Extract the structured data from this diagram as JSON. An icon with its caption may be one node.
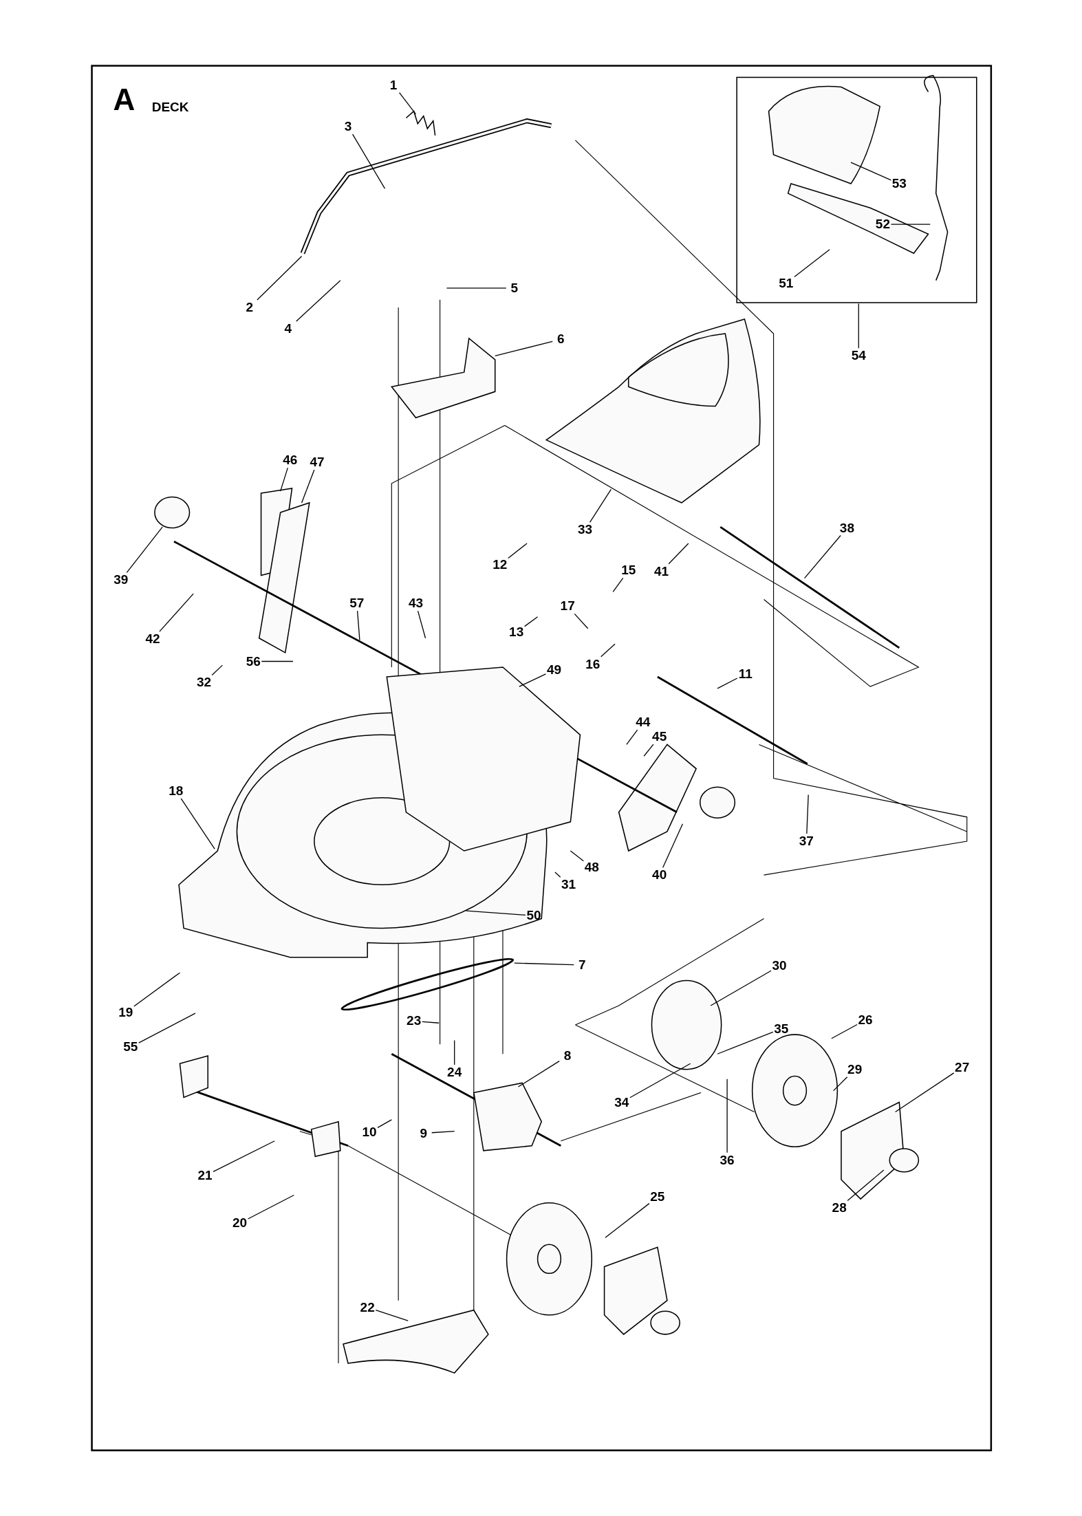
{
  "diagram": {
    "nodes": [
      {
        "text": [
          "1"
        ]
      },
      {
        "text": [
          "3"
        ]
      },
      {
        "text": [
          "2"
        ]
      },
      {
        "text": [
          "4"
        ]
      },
      {
        "text": [
          "5"
        ]
      },
      {
        "text": [
          "6"
        ]
      },
      {
        "text": [
          "53"
        ]
      },
      {
        "text": [
          "52"
        ]
      },
      {
        "text": [
          "51"
        ]
      },
      {
        "text": [
          "54"
        ]
      },
      {
        "text": [
          "46"
        ]
      },
      {
        "text": [
          "47"
        ]
      },
      {
        "text": [
          "39"
        ]
      },
      {
        "text": [
          "42"
        ]
      },
      {
        "text": [
          "32"
        ]
      },
      {
        "text": [
          "57"
        ]
      },
      {
        "text": [
          "56"
        ]
      },
      {
        "text": [
          "43"
        ]
      },
      {
        "text": [
          "33"
        ]
      },
      {
        "text": [
          "12"
        ]
      },
      {
        "text": [
          "38"
        ]
      },
      {
        "text": [
          "41"
        ]
      },
      {
        "text": [
          "15"
        ]
      },
      {
        "text": [
          "13"
        ]
      },
      {
        "text": [
          "17"
        ]
      },
      {
        "text": [
          "16"
        ]
      },
      {
        "text": [
          "49"
        ]
      },
      {
        "text": [
          "11"
        ]
      },
      {
        "text": [
          "44"
        ]
      },
      {
        "text": [
          "45"
        ]
      },
      {
        "text": [
          "37"
        ]
      },
      {
        "text": [
          "18"
        ]
      },
      {
        "text": [
          "48"
        ]
      },
      {
        "text": [
          "40"
        ]
      },
      {
        "text": [
          "31"
        ]
      },
      {
        "text": [
          "50"
        ]
      },
      {
        "text": [
          "7"
        ]
      },
      {
        "text": [
          "30"
        ]
      },
      {
        "text": [
          "19"
        ]
      },
      {
        "text": [
          "55"
        ]
      },
      {
        "text": [
          "23"
        ]
      },
      {
        "text": [
          "35"
        ]
      },
      {
        "text": [
          "26"
        ]
      },
      {
        "text": [
          "8"
        ]
      },
      {
        "text": [
          "24"
        ]
      },
      {
        "text": [
          "34"
        ]
      },
      {
        "text": [
          "29"
        ]
      },
      {
        "text": [
          "27"
        ]
      },
      {
        "text": [
          "36"
        ]
      },
      {
        "text": [
          "10"
        ]
      },
      {
        "text": [
          "9"
        ]
      },
      {
        "text": [
          "21"
        ]
      },
      {
        "text": [
          "28"
        ]
      },
      {
        "text": [
          "25"
        ]
      },
      {
        "text": [
          "20"
        ]
      },
      {
        "text": [
          "22"
        ]
      }
    ],
    "edges": [
      {
        "from": 0,
        "to": null,
        "arrow": "none"
      },
      {
        "from": 1,
        "to": null,
        "arrow": "none"
      },
      {
        "from": 2,
        "to": null,
        "arrow": "none"
      },
      {
        "from": 3,
        "to": null,
        "arrow": "none"
      },
      {
        "from": 4,
        "to": null,
        "arrow": "none"
      },
      {
        "from": 5,
        "to": null,
        "arrow": "none"
      },
      {
        "from": 6,
        "to": null,
        "arrow": "none"
      },
      {
        "from": 7,
        "to": null,
        "arrow": "none"
      },
      {
        "from": 8,
        "to": null,
        "arrow": "none"
      },
      {
        "from": 9,
        "to": null,
        "arrow": "none"
      },
      {
        "from": 10,
        "to": null,
        "arrow": "none"
      },
      {
        "from": 11,
        "to": null,
        "arrow": "none"
      },
      {
        "from": 12,
        "to": null,
        "arrow": "none"
      },
      {
        "from": 13,
        "to": null,
        "arrow": "none"
      },
      {
        "from": 14,
        "to": null,
        "arrow": "none"
      },
      {
        "from": 15,
        "to": null,
        "arrow": "none"
      },
      {
        "from": 16,
        "to": null,
        "arrow": "none"
      },
      {
        "from": 17,
        "to": null,
        "arrow": "none"
      },
      {
        "from": 18,
        "to": null,
        "arrow": "none"
      },
      {
        "from": 19,
        "to": null,
        "arrow": "none"
      },
      {
        "from": 20,
        "to": null,
        "arrow": "none"
      },
      {
        "from": 21,
        "to": null,
        "arrow": "none"
      },
      {
        "from": 22,
        "to": null,
        "arrow": "none"
      },
      {
        "from": 23,
        "to": null,
        "arrow": "none"
      },
      {
        "from": 24,
        "to": null,
        "arrow": "none"
      },
      {
        "from": 25,
        "to": null,
        "arrow": "none"
      },
      {
        "from": 26,
        "to": null,
        "arrow": "none"
      },
      {
        "from": 27,
        "to": null,
        "arrow": "none"
      },
      {
        "from": 28,
        "to": null,
        "arrow": "none"
      },
      {
        "from": 29,
        "to": null,
        "arrow": "none"
      },
      {
        "from": 30,
        "to": null,
        "arrow": "none"
      },
      {
        "from": 31,
        "to": null,
        "arrow": "none"
      },
      {
        "from": 32,
        "to": null,
        "arrow": "none"
      },
      {
        "from": 33,
        "to": null,
        "arrow": "none"
      },
      {
        "from": 34,
        "to": null,
        "arrow": "none"
      },
      {
        "from": 35,
        "to": null,
        "arrow": "none"
      },
      {
        "from": 36,
        "to": null,
        "arrow": "none"
      },
      {
        "from": 37,
        "to": null,
        "arrow": "none"
      },
      {
        "from": 38,
        "to": null,
        "arrow": "none"
      },
      {
        "from": 39,
        "to": null,
        "arrow": "none"
      },
      {
        "from": 40,
        "to": null,
        "arrow": "none"
      },
      {
        "from": 41,
        "to": null,
        "arrow": "none"
      },
      {
        "from": 42,
        "to": null,
        "arrow": "none"
      },
      {
        "from": 43,
        "to": null,
        "arrow": "none"
      },
      {
        "from": 44,
        "to": null,
        "arrow": "none"
      },
      {
        "from": 45,
        "to": null,
        "arrow": "none"
      },
      {
        "from": 46,
        "to": null,
        "arrow": "none"
      },
      {
        "from": 47,
        "to": null,
        "arrow": "none"
      },
      {
        "from": 48,
        "to": null,
        "arrow": "none"
      },
      {
        "from": 49,
        "to": null,
        "arrow": "none"
      },
      {
        "from": 50,
        "to": null,
        "arrow": "none"
      },
      {
        "from": 51,
        "to": null,
        "arrow": "none"
      },
      {
        "from": 52,
        "to": null,
        "arrow": "none"
      },
      {
        "from": 53,
        "to": null,
        "arrow": "none"
      },
      {
        "from": 54,
        "to": null,
        "arrow": "none"
      },
      {
        "from": 55,
        "to": null,
        "arrow": "none"
      }
    ],
    "labels": [
      "A",
      "DECK"
    ]
  }
}
